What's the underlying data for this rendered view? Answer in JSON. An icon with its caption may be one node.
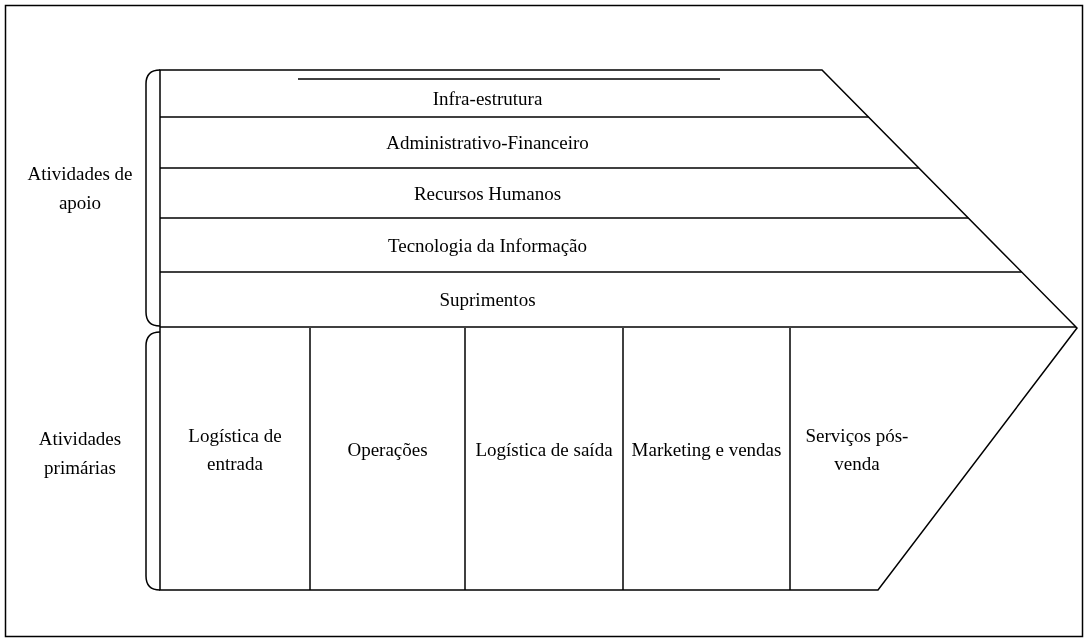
{
  "diagram": {
    "nodes": [
      {
        "text": [
          "Infra-estrutura"
        ]
      },
      {
        "text": [
          "Administrativo-Financeiro"
        ]
      },
      {
        "text": [
          "Recursos Humanos"
        ]
      },
      {
        "text": [
          "Tecnologia da Informação"
        ]
      },
      {
        "text": [
          "Suprimentos"
        ]
      },
      {
        "text": [
          "Logística de entrada"
        ]
      },
      {
        "text": [
          "Operações"
        ]
      },
      {
        "text": [
          "Logística de saída"
        ]
      },
      {
        "text": [
          "Marketing e vendas"
        ]
      },
      {
        "text": [
          "Serviços pós-venda"
        ]
      }
    ],
    "labels": [
      "Atividades de apoio",
      "Atividades primárias"
    ]
  }
}
